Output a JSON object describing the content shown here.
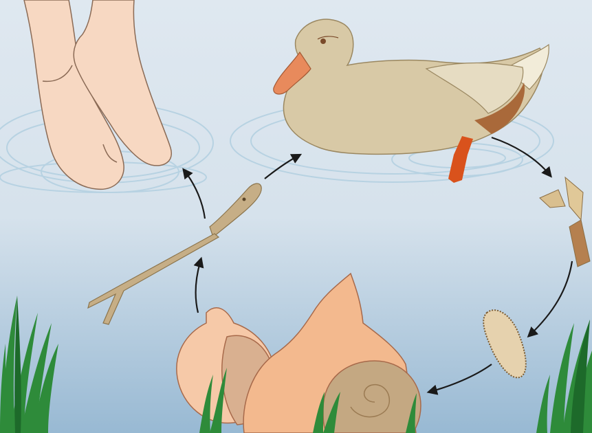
{
  "diagram": {
    "stages": [
      {
        "id": "human-feet",
        "icon": "feet-icon"
      },
      {
        "id": "duck",
        "icon": "duck-icon"
      },
      {
        "id": "eggs",
        "icon": "egg-icon"
      },
      {
        "id": "miracidium",
        "icon": "ciliated-larva-icon"
      },
      {
        "id": "snails",
        "icon": "snail-icon"
      },
      {
        "id": "cercaria",
        "icon": "fork-tailed-larva-icon"
      }
    ],
    "flow": [
      "duck",
      "eggs",
      "miracidium",
      "snails",
      "cercaria",
      "human-feet"
    ],
    "secondary_flow": [
      "cercaria",
      "duck"
    ]
  },
  "colors": {
    "water_top": "#dfe8f0",
    "water_bottom": "#9dbdd6",
    "duck_body": "#d8c9a6",
    "duck_bill": "#e88a5c",
    "duck_leg": "#d9521c",
    "skin": "#f7d8c2",
    "snail_shell": "#f2b98f",
    "cercaria": "#b8a07a",
    "grass": "#2e8b3a",
    "arrow": "#1a1a1a",
    "ripple": "#b8d3e2"
  }
}
